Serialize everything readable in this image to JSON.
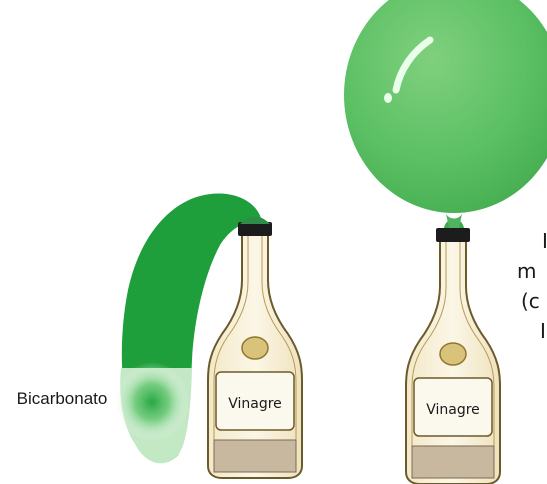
{
  "labels": {
    "baking_soda": "Bicarbonato",
    "left_bottle": "Vinagre",
    "right_bottle": "Vinagre"
  },
  "cutoff_text": [
    "I",
    "m",
    "(c",
    "I"
  ],
  "colors": {
    "balloon_green": "#2db34a",
    "balloon_light": "#7ad37e",
    "bottle_fill": "#f4ecd2",
    "bottle_stroke": "#6b5a2c",
    "liquid": "#c8b8a0",
    "cap": "#1c1c1c"
  }
}
